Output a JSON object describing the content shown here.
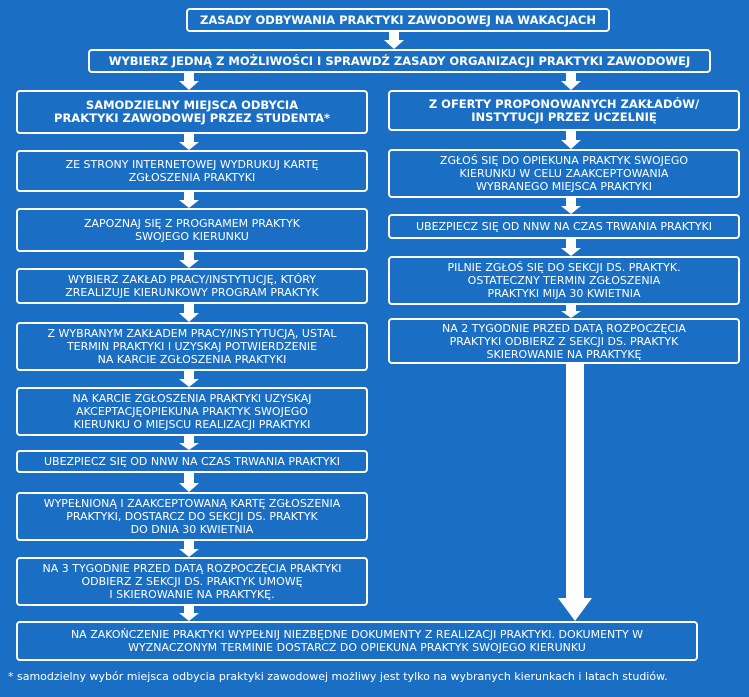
{
  "title": "ZASADY ODBYWANIA PRAKTYKI ZAWODOWEJ NA WAKACJACH",
  "choose": "WYBIERZ JEDNĄ Z MOŻLIWOŚCI I SPRAWDŹ ZASADY ORGANIZACJI PRAKTYKI ZAWODOWEJ",
  "left": {
    "header": "SAMODZIELNY MIEJSCA ODBYCIA\nPRAKTYKI ZAWODOWEJ PRZEZ STUDENTA*",
    "steps": [
      "ZE STRONY INTERNETOWEJ WYDRUKUJ KARTĘ\nZGŁOSZENIA PRAKTYKI",
      "ZAPOZNAJ SIĘ Z PROGRAMEM PRAKTYK\nSWOJEGO KIERUNKU",
      "WYBIERZ ZAKŁAD PRACY/INSTYTUCJĘ, KTÓRY\nZREALIZUJE KIERUNKOWY PROGRAM PRAKTYK",
      "Z WYBRANYM ZAKŁADEM PRACY/INSTYTUCJĄ, USTAL\nTERMIN PRAKTYKI  I  UZYSKAJ POTWIERDZENIE\nNA KARCIE ZGŁOSZENIA PRAKTYKI",
      "NA KARCIE ZGŁOSZENIA PRAKTYKI UZYSKAJ\nAKCEPTACJĘOPIEKUNA PRAKTYK SWOJEGO\nKIERUNKU O MIEJSCU REALIZACJI PRAKTYKI",
      "UBEZPIECZ SIĘ OD NNW NA CZAS TRWANIA PRAKTYKI",
      "WYPEŁNIONĄ I ZAAKCEPTOWANĄ KARTĘ ZGŁOSZENIA\nPRAKTYKI, DOSTARCZ DO SEKCJI DS. PRAKTYK\nDO DNIA 30 KWIETNIA",
      "NA 3 TYGODNIE PRZED DATĄ ROZPOCZĘCIA PRAKTYKI\nODBIERZ Z SEKCJI DS. PRAKTYK UMOWĘ\nI SKIEROWANIE NA PRAKTYKĘ."
    ]
  },
  "right": {
    "header": "Z OFERTY PROPONOWANYCH ZAKŁADÓW/\nINSTYTUCJI PRZEZ  UCZELNIĘ",
    "steps": [
      "ZGŁOŚ SIĘ DO OPIEKUNA PRAKTYK SWOJEGO\nKIERUNKU W CELU ZAAKCEPTOWANIA\nWYBRANEGO MIEJSCA PRAKTYKI",
      "UBEZPIECZ SIĘ OD NNW NA CZAS TRWANIA PRAKTYKI",
      "PILNIE ZGŁOŚ SIĘ DO SEKCJI DS. PRAKTYK.\nOSTATECZNY TERMIN ZGŁOSZENIA\nPRAKTYKI MIJA 30 KWIETNIA",
      "NA 2 TYGODNIE PRZED DATĄ ROZPOCZĘCIA\nPRAKTYKI ODBIERZ Z SEKCJI DS. PRAKTYK\nSKIEROWANIE NA PRAKTYKĘ"
    ]
  },
  "final": "NA ZAKOŃCZENIE PRAKTYKI WYPEŁNIJ NIEZBĘDNE DOKUMENTY Z REALIZACJI PRAKTYKI. DOKUMENTY W\nWYZNACZONYM TERMINIE DOSTARCZ DO OPIEKUNA PRAKTYK SWOJEGO KIERUNKU",
  "footnote": "* samodzielny wybór miejsca odbycia praktyki zawodowej możliwy jest tylko na wybranych kierunkach i latach studiów.",
  "colors": {
    "background": "#1a6fc4",
    "line": "#ffffff",
    "text": "#ffffff"
  }
}
